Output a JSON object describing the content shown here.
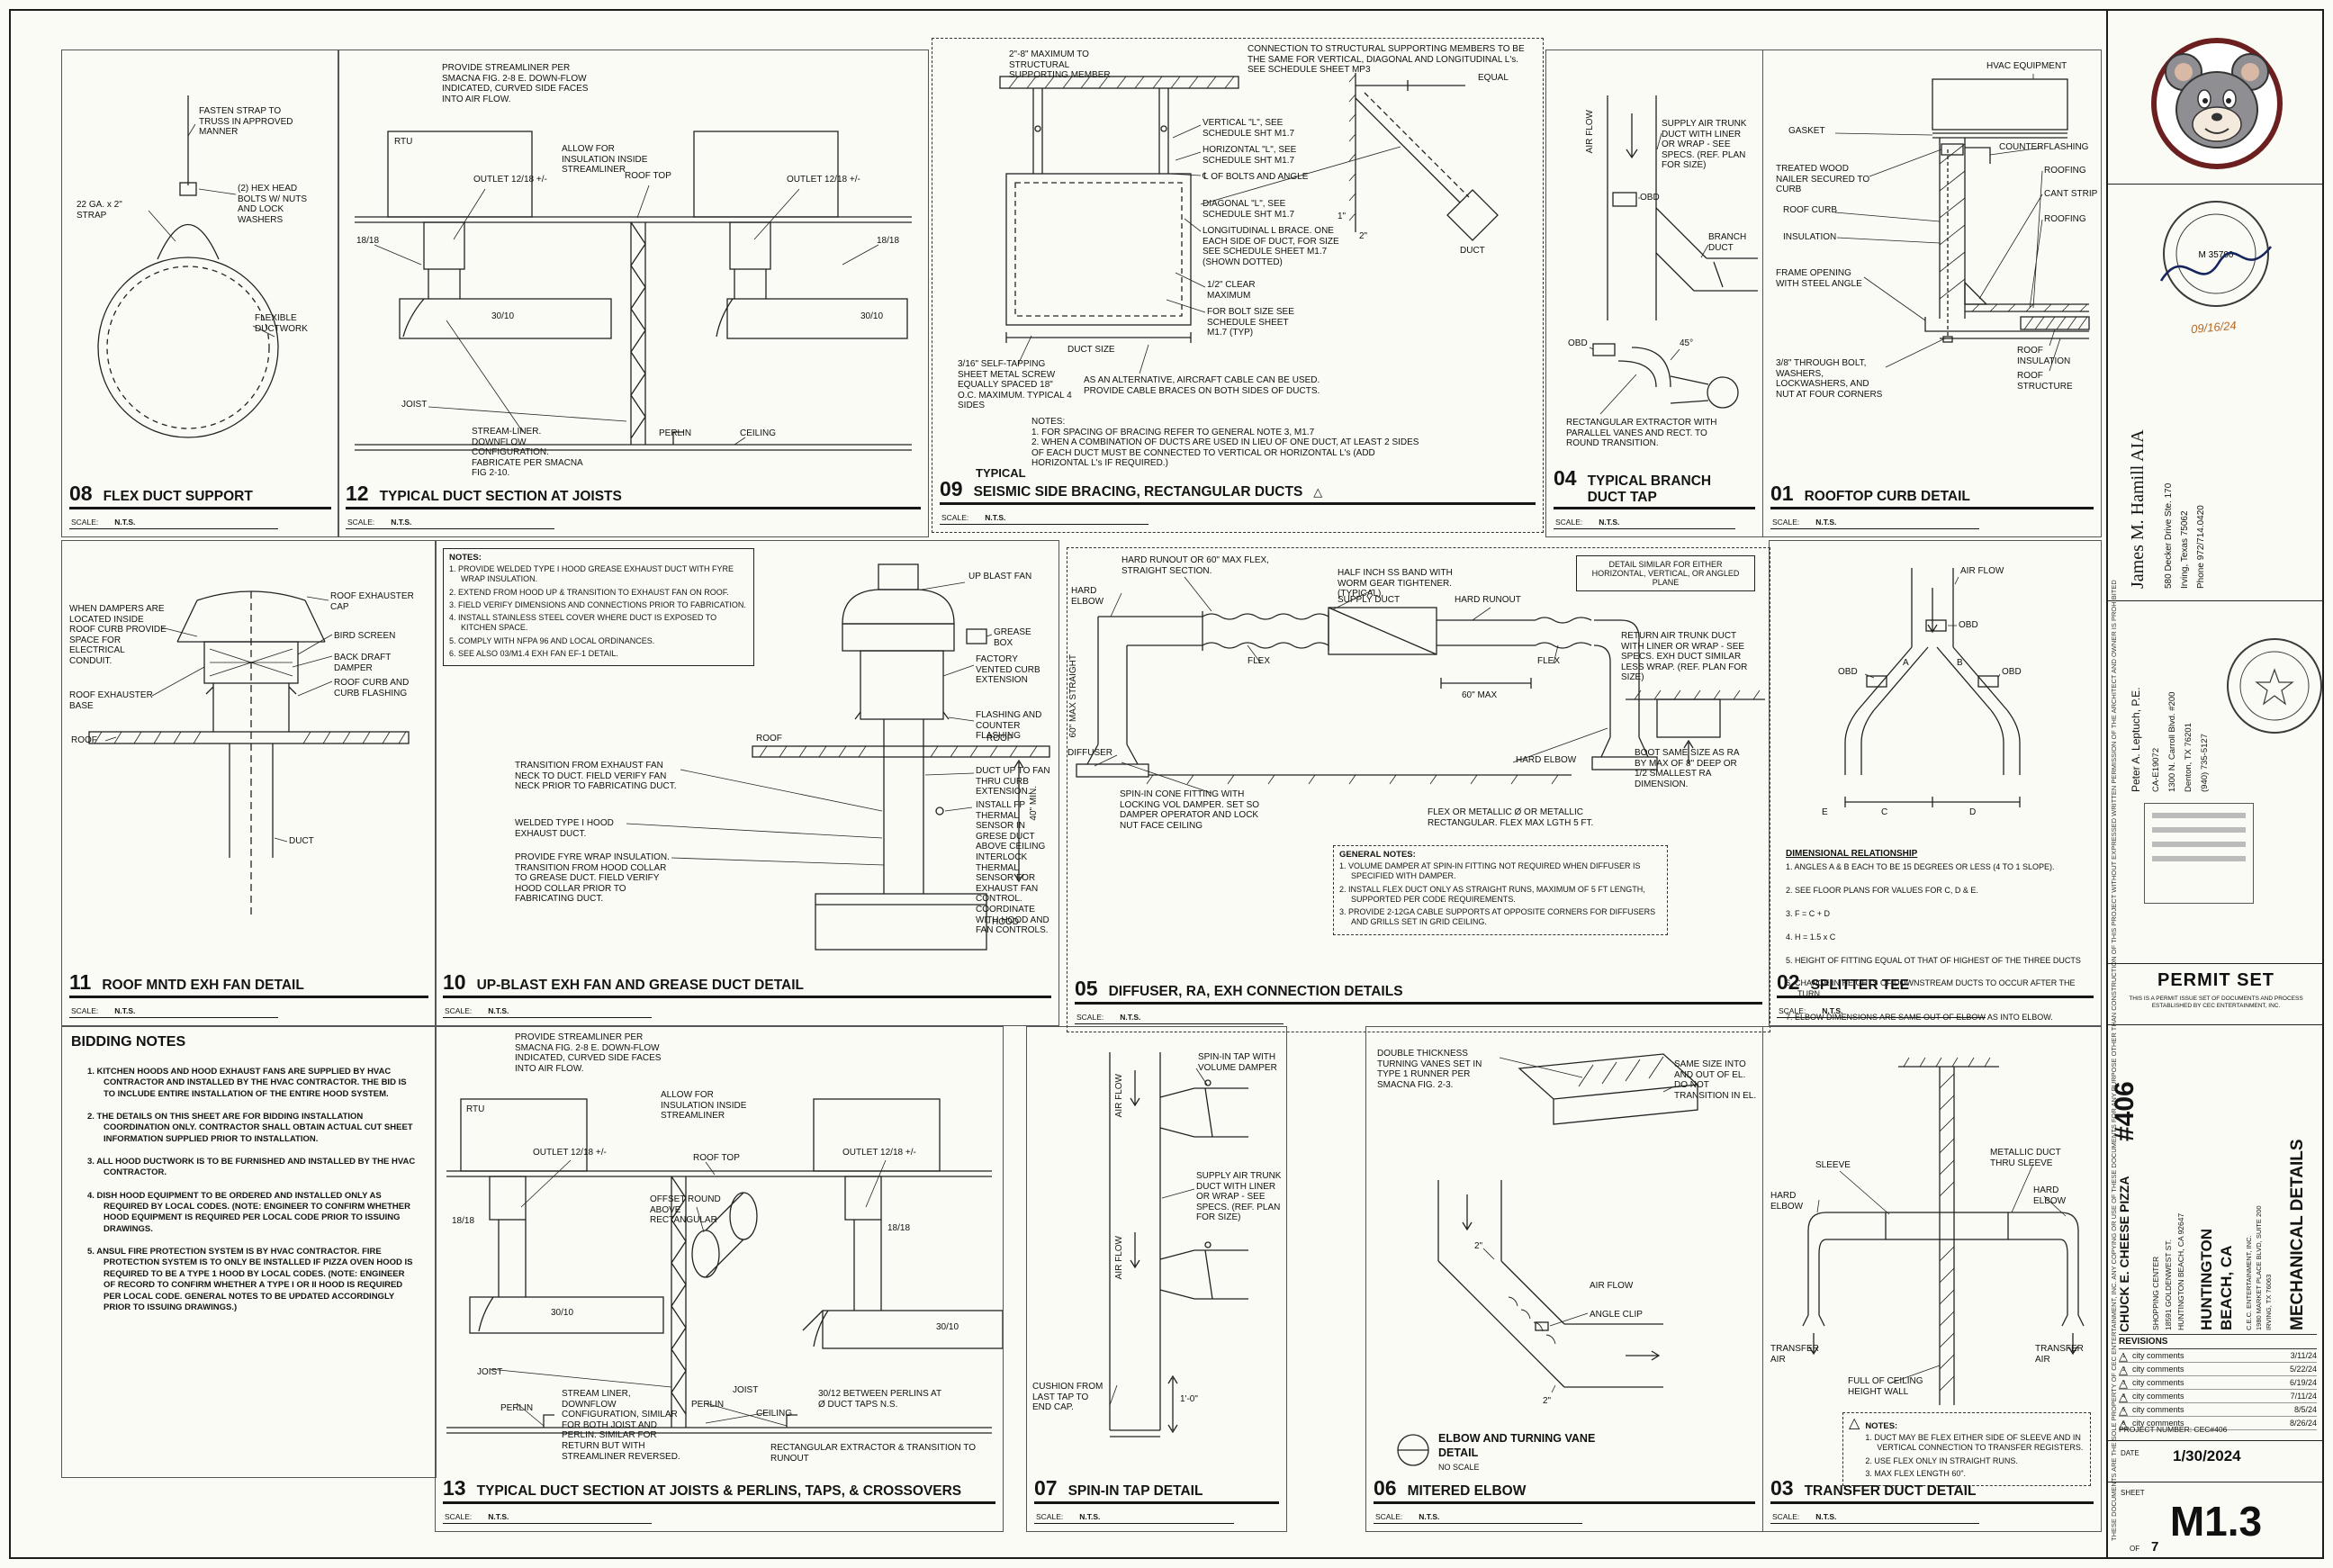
{
  "s": {
    "scale": "SCALE:",
    "nts": "N.T.S."
  },
  "d08": {
    "num": "08",
    "title": "FLEX DUCT SUPPORT",
    "labels": [
      "FASTEN STRAP TO TRUSS IN APPROVED MANNER",
      "(2) HEX HEAD BOLTS W/ NUTS AND LOCK WASHERS",
      "22 GA. x 2\" STRAP",
      "FLEXIBLE DUCTWORK"
    ]
  },
  "d12": {
    "num": "12",
    "title": "TYPICAL DUCT SECTION AT JOISTS",
    "labels": [
      "PROVIDE STREAMLINER PER SMACNA FIG. 2-8 E. DOWN-FLOW INDICATED, CURVED SIDE FACES INTO AIR FLOW.",
      "RTU",
      "ALLOW FOR INSULATION INSIDE STREAMLINER",
      "OUTLET 12/18 +/-",
      "ROOF TOP",
      "OUTLET 12/18 +/-",
      "18/18",
      "18/18",
      "30/10",
      "30/10",
      "JOIST",
      "STREAM-LINER. DOWNFLOW CONFIGURATION. FABRICATE PER SMACNA FIG 2-10.",
      "PERLIN",
      "CEILING"
    ]
  },
  "d09": {
    "num": "09",
    "pretitle": "TYPICAL",
    "title": "SEISMIC SIDE BRACING, RECTANGULAR DUCTS",
    "labels": [
      "2\"-8\" MAXIMUM TO STRUCTURAL SUPPORTING MEMBER",
      "CONNECTION TO STRUCTURAL SUPPORTING MEMBERS TO BE THE SAME FOR VERTICAL, DIAGONAL AND LONGITUDINAL L's. SEE SCHEDULE SHEET MP3",
      "VERTICAL \"L\", SEE SCHEDULE SHT M1.7",
      "HORIZONTAL \"L\", SEE SCHEDULE SHT M1.7",
      "℄ OF BOLTS AND ANGLE",
      "EQUAL",
      "DIAGONAL \"L\", SEE SCHEDULE SHT M1.7",
      "LONGITUDINAL L BRACE. ONE EACH SIDE OF DUCT, FOR SIZE SEE SCHEDULE SHEET M1.7 (SHOWN DOTTED)",
      "DUCT SIZE",
      "1/2\" CLEAR MAXIMUM",
      "FOR BOLT SIZE SEE SCHEDULE SHEET M1.7 (TYP)",
      "3/16\" SELF-TAPPING SHEET METAL SCREW EQUALLY SPACED 18\" O.C. MAXIMUM. TYPICAL 4 SIDES",
      "AS AN ALTERNATIVE, AIRCRAFT CABLE CAN BE USED. PROVIDE CABLE BRACES ON BOTH SIDES OF DUCTS.",
      "DUCT",
      "1\"",
      "2\""
    ],
    "notes": "NOTES:\n1.  FOR SPACING OF BRACING REFER TO GENERAL NOTE 3, M1.7\n2.  WHEN A COMBINATION OF DUCTS ARE USED IN LIEU OF ONE DUCT, AT LEAST 2 SIDES OF EACH DUCT MUST BE CONNECTED TO VERTICAL OR HORIZONTAL L's (ADD HORIZONTAL L's IF REQUIRED.)"
  },
  "d04": {
    "num": "04",
    "title": "TYPICAL BRANCH\nDUCT TAP",
    "labels": [
      "AIR FLOW",
      "SUPPLY AIR TRUNK DUCT WITH LINER OR WRAP - SEE SPECS. (REF. PLAN FOR SIZE)",
      "OBD",
      "BRANCH DUCT",
      "OBD",
      "45°",
      "RECTANGULAR EXTRACTOR WITH PARALLEL VANES AND RECT. TO ROUND TRANSITION."
    ]
  },
  "d01": {
    "num": "01",
    "title": "ROOFTOP CURB DETAIL",
    "labels": [
      "GASKET",
      "HVAC EQUIPMENT",
      "COUNTERFLASHING",
      "TREATED WOOD NAILER SECURED TO CURB",
      "ROOFING",
      "ROOF CURB",
      "CANT STRIP",
      "INSULATION",
      "ROOFING",
      "FRAME OPENING WITH STEEL ANGLE",
      "ROOF INSULATION",
      "ROOF STRUCTURE",
      "3/8\" THROUGH BOLT, WASHERS, LOCKWASHERS, AND NUT AT FOUR CORNERS"
    ]
  },
  "d11": {
    "num": "11",
    "title": "ROOF MNTD EXH FAN DETAIL",
    "labels": [
      "WHEN DAMPERS ARE LOCATED INSIDE ROOF CURB PROVIDE SPACE FOR ELECTRICAL CONDUIT.",
      "ROOF EXHAUSTER CAP",
      "BIRD SCREEN",
      "BACK DRAFT DAMPER",
      "ROOF CURB AND CURB FLASHING",
      "ROOF EXHAUSTER BASE",
      "ROOF",
      "DUCT"
    ]
  },
  "d10": {
    "num": "10",
    "title": "UP-BLAST EXH FAN AND GREASE DUCT DETAIL",
    "notes_title": "NOTES:",
    "notes": [
      "1.  PROVIDE WELDED TYPE I HOOD GREASE EXHAUST DUCT WITH FYRE WRAP INSULATION.",
      "2.  EXTEND FROM HOOD UP & TRANSITION TO EXHAUST FAN ON ROOF.",
      "3.  FIELD VERIFY DIMENSIONS AND CONNECTIONS PRIOR TO FABRICATION.",
      "4.  INSTALL STAINLESS STEEL COVER WHERE DUCT IS EXPOSED TO KITCHEN SPACE.",
      "5.  COMPLY WITH NFPA 96 AND LOCAL ORDINANCES.",
      "6.  SEE ALSO 03/M1.4 EXH FAN EF-1 DETAIL."
    ],
    "labels": [
      "UP BLAST FAN",
      "GREASE BOX",
      "FACTORY VENTED CURB EXTENSION",
      "40\" MIN.",
      "FLASHING AND COUNTER FLASHING",
      "ROOF",
      "ROOF",
      "TRANSITION FROM EXHAUST FAN NECK TO DUCT. FIELD VERIFY FAN NECK PRIOR TO FABRICATING DUCT.",
      "DUCT UP TO FAN THRU CURB EXTENSION.",
      "INSTALL FP THERMAL SENSOR IN GRESE DUCT ABOVE CEILING INTERLOCK THERMAL SENSOR FOR EXHAUST FAN CONTROL. COORDINATE WITH HOOD AND FAN CONTROLS.",
      "WELDED TYPE I HOOD EXHAUST DUCT.",
      "PROVIDE FYRE WRAP INSULATION. TRANSITION FROM HOOD COLLAR TO GREASE DUCT. FIELD VERIFY HOOD COLLAR PRIOR TO FABRICATING DUCT.",
      "HOOD"
    ]
  },
  "d05": {
    "num": "05",
    "title": "DIFFUSER, RA, EXH CONNECTION DETAILS",
    "labels": [
      "HARD RUNOUT OR 60\" MAX FLEX, STRAIGHT SECTION.",
      "DETAIL SIMILAR FOR EITHER HORIZONTAL, VERTICAL, OR ANGLED PLANE",
      "HARD ELBOW",
      "HALF INCH SS BAND WITH WORM GEAR TIGHTENER. (TYPICAL).",
      "SUPPLY DUCT",
      "HARD RUNOUT",
      "60\" MAX",
      "60\" MAX STRAIGHT",
      "FLEX",
      "RETURN AIR TRUNK DUCT WITH LINER OR WRAP - SEE SPECS. EXH DUCT SIMILAR LESS WRAP. (REF. PLAN FOR SIZE)",
      "SPIN-IN CONE FITTING WITH LOCKING VOL DAMPER. SET SO DAMPER OPERATOR AND LOCK NUT FACE CEILING",
      "DIFFUSER",
      "FLEX",
      "HARD ELBOW",
      "BOOT SAME SIZE AS RA BY MAX OF 8\" DEEP OR 1/2 SMALLEST RA DIMENSION.",
      "FLEX OR METALLIC Ø OR METALLIC RECTANGULAR. FLEX MAX LGTH 5 FT."
    ],
    "gn_title": "GENERAL NOTES:",
    "gn": [
      "1.  VOLUME DAMPER AT SPIN-IN FITTING NOT REQUIRED WHEN DIFFUSER IS SPECIFIED WITH DAMPER.",
      "2.  INSTALL FLEX DUCT ONLY AS STRAIGHT RUNS, MAXIMUM OF 5 FT LENGTH, SUPPORTED PER CODE REQUIREMENTS.",
      "3.  PROVIDE 2-12GA CABLE SUPPORTS AT OPPOSITE CORNERS FOR DIFFUSERS AND GRILLS SET IN GRID CEILING."
    ]
  },
  "d02": {
    "num": "02",
    "title": "SPLITTER TEE",
    "labels": [
      "AIR FLOW",
      "OBD",
      "OBD",
      "OBD",
      "A",
      "B",
      "C",
      "D",
      "E"
    ],
    "rel_title": "DIMENSIONAL RELATIONSHIP",
    "rel": [
      "1.  ANGLES A & B EACH TO BE 15 DEGREES OR LESS (4 TO 1 SLOPE).",
      "2.  SEE FLOOR PLANS FOR VALUES FOR C, D & E.",
      "3.  F = C + D",
      "4.  H = 1.5 x C",
      "5.  HEIGHT OF FITTING EQUAL OT THAT OF HIGHEST OF THE THREE DUCTS",
      "6.  CHANGE IN HEIGHTS OF DOWNSTREAM DUCTS TO OCCUR AFTER THE TURN.",
      "7.  ELBOW DIMENSIONS ARE SAME OUT OF ELBOW AS INTO ELBOW."
    ]
  },
  "bn": {
    "title": "BIDDING NOTES",
    "notes": [
      "1.  KITCHEN HOODS AND HOOD EXHAUST FANS ARE SUPPLIED BY HVAC CONTRACTOR AND INSTALLED BY THE HVAC CONTRACTOR. THE BID IS TO INCLUDE ENTIRE INSTALLATION OF THE ENTIRE HOOD SYSTEM.",
      "2.  THE DETAILS ON THIS SHEET ARE FOR BIDDING INSTALLATION COORDINATION ONLY. CONTRACTOR SHALL OBTAIN ACTUAL CUT SHEET INFORMATION SUPPLIED PRIOR TO INSTALLATION.",
      "3.  ALL HOOD DUCTWORK IS TO BE FURNISHED AND INSTALLED BY THE HVAC CONTRACTOR.",
      "4.  DISH HOOD EQUIPMENT TO BE ORDERED AND INSTALLED ONLY AS REQUIRED BY LOCAL CODES. (NOTE: ENGINEER TO CONFIRM WHETHER HOOD EQUIPMENT IS REQUIRED PER LOCAL CODE PRIOR TO ISSUING DRAWINGS.",
      "5.  ANSUL FIRE PROTECTION SYSTEM IS BY HVAC CONTRACTOR. FIRE PROTECTION SYSTEM IS TO ONLY BE INSTALLED IF PIZZA OVEN HOOD IS REQUIRED TO BE A TYPE 1 HOOD BY LOCAL CODES. (NOTE: ENGINEER OF RECORD TO CONFIRM WHETHER A TYPE I OR II HOOD IS REQUIRED PER LOCAL CODE. GENERAL NOTES TO BE UPDATED ACCORDINGLY PRIOR TO ISSUING DRAWINGS.)"
    ]
  },
  "d13": {
    "num": "13",
    "title": "TYPICAL DUCT SECTION AT JOISTS & PERLINS, TAPS, & CROSSOVERS",
    "labels": [
      "PROVIDE STREAMLINER PER SMACNA FIG. 2-8 E. DOWN-FLOW INDICATED, CURVED SIDE FACES INTO AIR FLOW.",
      "RTU",
      "ALLOW FOR INSULATION INSIDE STREAMLINER",
      "OUTLET 12/18 +/-",
      "ROOF TOP",
      "OFFSET ROUND ABOVE RECTANGULAR",
      "OUTLET 12/18 +/-",
      "18/18",
      "18/18",
      "30/10",
      "30/10",
      "JOIST",
      "PERLIN",
      "STREAM LINER, DOWNFLOW CONFIGURATION, SIMILAR FOR BOTH JOIST AND PERLIN. SIMILAR FOR RETURN BUT WITH STREAMLINER REVERSED.",
      "PERLIN",
      "JOIST",
      "CEILING",
      "30/12 BETWEEN PERLINS AT Ø DUCT TAPS N.S.",
      "RECTANGULAR EXTRACTOR & TRANSITION TO RUNOUT"
    ]
  },
  "d07": {
    "num": "07",
    "title": "SPIN-IN TAP DETAIL",
    "labels": [
      "AIR FLOW",
      "SPIN-IN TAP WITH VOLUME DAMPER",
      "SUPPLY AIR TRUNK DUCT WITH LINER OR WRAP - SEE SPECS. (REF. PLAN FOR SIZE)",
      "AIR FLOW",
      "CUSHION FROM LAST TAP TO END CAP.",
      "1'-0\""
    ]
  },
  "d06": {
    "num": "06",
    "title": "MITERED ELBOW",
    "labels": [
      "DOUBLE THICKNESS TURNING VANES SET IN TYPE 1 RUNNER PER SMACNA FIG. 2-3.",
      "SAME SIZE INTO AND OUT OF EL.  DO NOT TRANSITION IN EL.",
      "ANGLE CLIP",
      "AIR FLOW",
      "2\"",
      "2\""
    ],
    "caption_l1": "ELBOW AND TURNING VANE",
    "caption_l2": "DETAIL",
    "caption_l3": "NO SCALE"
  },
  "d03": {
    "num": "03",
    "title": "TRANSFER DUCT DETAIL",
    "labels": [
      "SLEEVE",
      "METALLIC DUCT THRU SLEEVE",
      "HARD ELBOW",
      "HARD ELBOW",
      "TRANSFER AIR",
      "TRANSFER AIR",
      "FULL OF CEILING HEIGHT WALL"
    ],
    "notes_title": "NOTES:",
    "notes": [
      "1.  DUCT MAY BE FLEX EITHER SIDE OF SLEEVE AND IN VERTICAL CONNECTION TO TRANSFER REGISTERS.",
      "2.  USE FLEX ONLY IN STRAIGHT RUNS.",
      "3.  MAX FLEX LENGTH 60\"."
    ]
  },
  "tb": {
    "disclaimer": "THESE DOCUMENTS ARE THE SOLE PROPERTY OF CEC ENTERTAINMENT, INC. ANY COPYING OR USE OF THESE DOCUMENTS FOR ANY PURPOSE OTHER THAN CONSTRUCTION OF THIS PROJECT WITHOUT EXPRESSED WRITTEN PERMISSION OF THE ARCHITECT AND OWNER IS PROHIBITED",
    "stamp1_num": "M 35700",
    "stamp1_date": "09/16/24",
    "architect_name": "James M. Hamill AIA",
    "architect_addr1": "580 Decker Drive Ste. 170",
    "architect_addr2": "Irving, Texas 75062",
    "architect_phone": "Phone  972/714.0420",
    "eng_name": "Peter A. Leptuch, P.E.",
    "eng_lic": "CA-E19072",
    "eng_addr1": "1300 N. Carroll Blvd.  #200",
    "eng_addr2": "Denton, TX  76201",
    "eng_phone": "(940) 735-5127",
    "permit_title": "PERMIT SET",
    "permit_sub": "THIS IS A PERMIT ISSUE SET OF DOCUMENTS AND PROCESS ESTABLISHED BY CEC ENTERTAINMENT, INC.",
    "proj_num_big": "#406",
    "proj_client": "CHUCK E. CHEESE PIZZA",
    "addr_l1": "SHOPPING CENTER",
    "addr_l2": "18591 GOLDENWEST ST.",
    "addr_l3": "HUNTINGTON BEACH, CA 92647",
    "city_l1": "HUNTINGTON",
    "city_l2": "BEACH, CA",
    "owner_l1": "C.E.C. ENTERTAINMENT, INC.",
    "owner_l2": "1980 MARKET PLACE BLVD, SUITE 200",
    "owner_l3": "IRVING, TX 76063",
    "sheet_title": "MECHANICAL DETAILS",
    "rev_title": "REVISIONS",
    "revisions": [
      {
        "n": "1",
        "d": "city comments",
        "dt": "3/11/24"
      },
      {
        "n": "2",
        "d": "city comments",
        "dt": "5/22/24"
      },
      {
        "n": "3",
        "d": "city comments",
        "dt": "6/19/24"
      },
      {
        "n": "4",
        "d": "city comments",
        "dt": "7/11/24"
      },
      {
        "n": "5",
        "d": "city comments",
        "dt": "8/5/24"
      },
      {
        "n": "6",
        "d": "city comments",
        "dt": "8/26/24"
      }
    ],
    "proj_number": "PROJECT NUMBER: CEC#406",
    "date_label": "DATE",
    "date": "1/30/2024",
    "sheet_label": "SHEET",
    "sheet_num": "M1.3",
    "of_label": "OF",
    "of_num": "7"
  }
}
